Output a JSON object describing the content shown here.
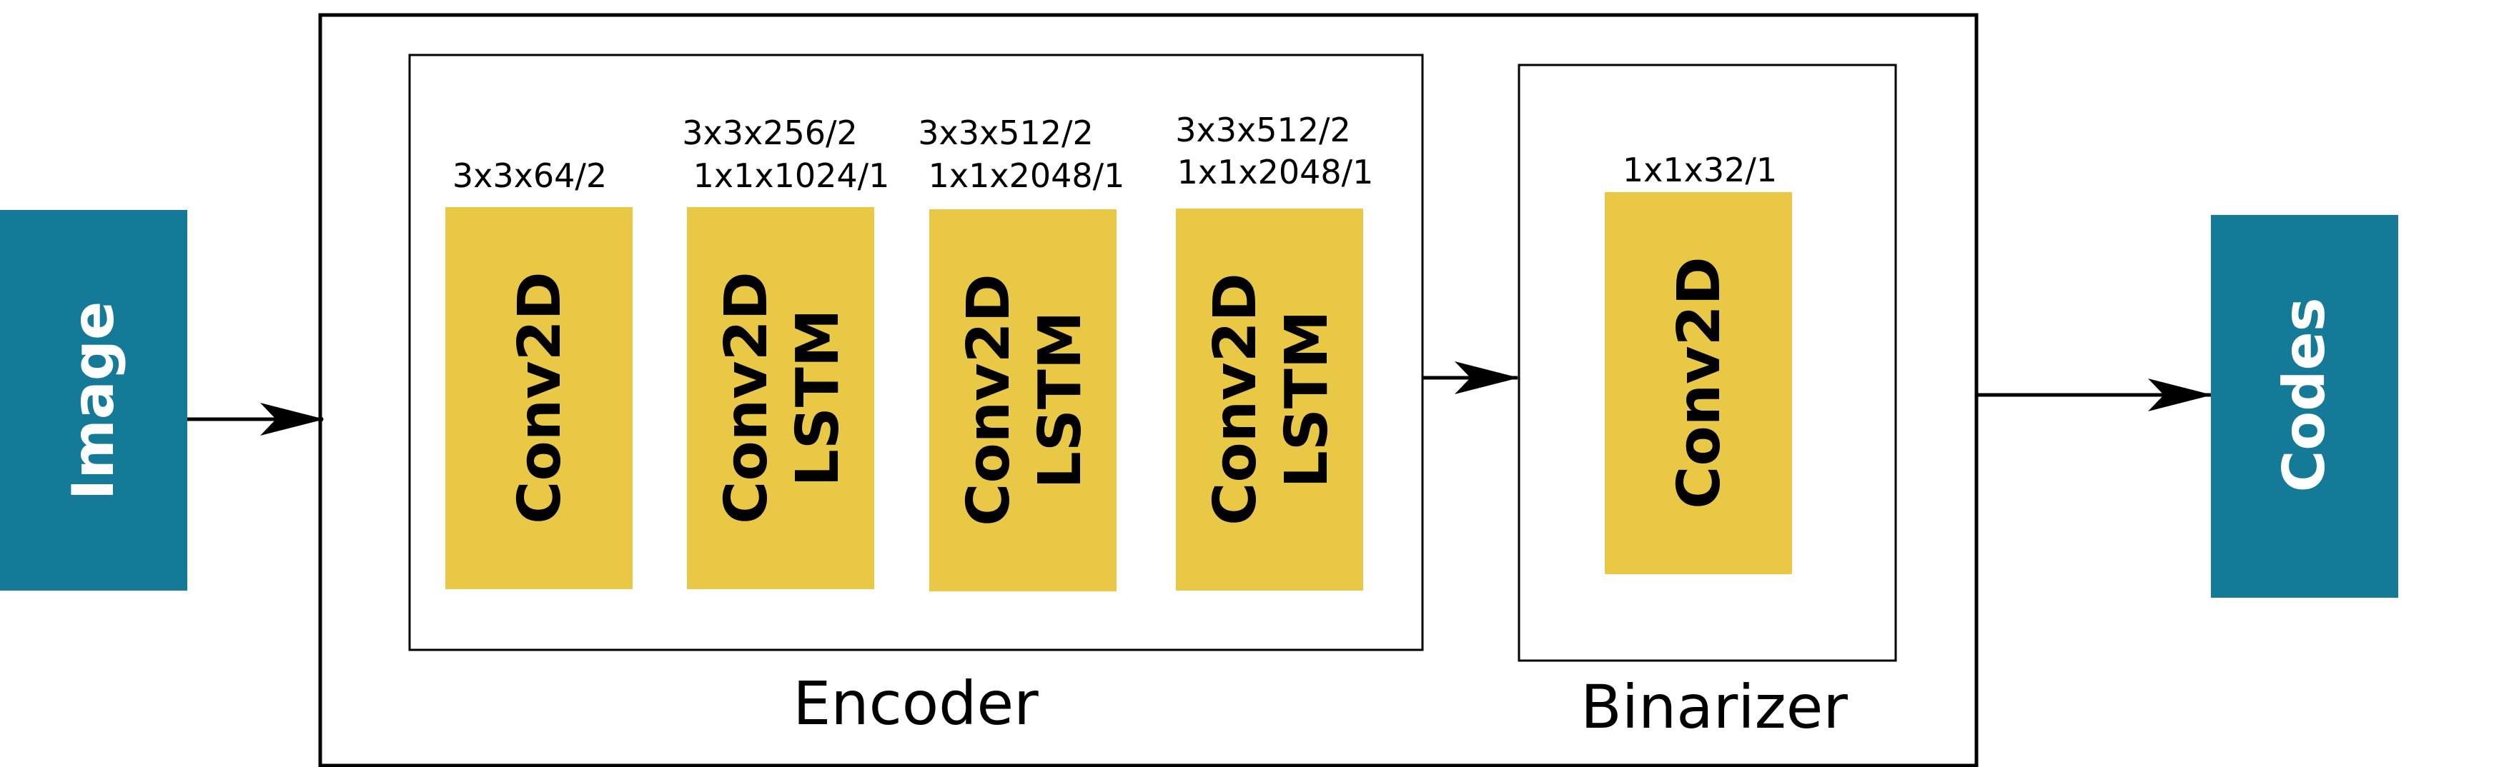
{
  "colors": {
    "io_block": "#157a98",
    "layer_block": "#e9c846",
    "border": "#000000"
  },
  "input": {
    "label": "Image"
  },
  "output": {
    "label": "Codes"
  },
  "encoder": {
    "label": "Encoder",
    "layers": [
      {
        "spec_line1": "3x3x64/2",
        "spec_line2": "",
        "name_line1": "Conv2D",
        "name_line2": ""
      },
      {
        "spec_line1": "3x3x256/2",
        "spec_line2": "1x1x1024/1",
        "name_line1": "Conv2D",
        "name_line2": "LSTM"
      },
      {
        "spec_line1": "3x3x512/2",
        "spec_line2": "1x1x2048/1",
        "name_line1": "Conv2D",
        "name_line2": "LSTM"
      },
      {
        "spec_line1": "3x3x512/2",
        "spec_line2": "1x1x2048/1",
        "name_line1": "Conv2D",
        "name_line2": "LSTM"
      }
    ]
  },
  "binarizer": {
    "label": "Binarizer",
    "layer": {
      "spec_line1": "1x1x32/1",
      "name_line1": "Conv2D"
    }
  }
}
